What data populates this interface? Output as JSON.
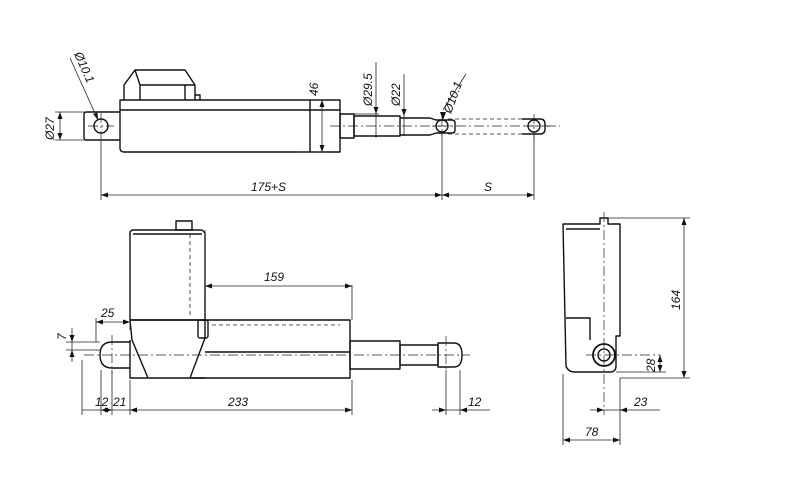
{
  "dimensions": {
    "top_view": {
      "pin_dia_rear": "Ø10.1",
      "body_dia": "Ø27",
      "housing_height": "46",
      "tube_dia": "Ø29.5",
      "rod_dia": "Ø22",
      "pin_dia_front": "Ø10.1",
      "retracted_length": "175+S",
      "stroke": "S"
    },
    "side_view": {
      "motor_length": "159",
      "clevis_length": "25",
      "clevis_offset": "7",
      "rear_offset_a": "12",
      "rear_offset_b": "21",
      "body_length": "233",
      "rod_end": "12"
    },
    "end_view": {
      "height": "164",
      "pin_height": "28",
      "pin_offset": "23",
      "width": "78"
    }
  }
}
